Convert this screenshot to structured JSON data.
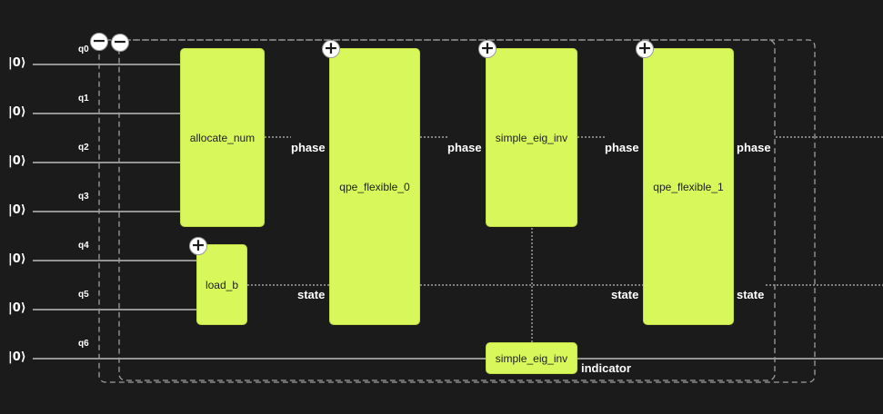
{
  "qubits": [
    {
      "label": "q0",
      "init": "|0⟩"
    },
    {
      "label": "q1",
      "init": "|0⟩"
    },
    {
      "label": "q2",
      "init": "|0⟩"
    },
    {
      "label": "q3",
      "init": "|0⟩"
    },
    {
      "label": "q4",
      "init": "|0⟩"
    },
    {
      "label": "q5",
      "init": "|0⟩"
    },
    {
      "label": "q6",
      "init": "|0⟩"
    }
  ],
  "blocks": {
    "allocate_num": "allocate_num",
    "load_b": "load_b",
    "qpe_flexible_0": "qpe_flexible_0",
    "simple_eig_inv_top": "simple_eig_inv",
    "simple_eig_inv_bottom": "simple_eig_inv",
    "qpe_flexible_1": "qpe_flexible_1"
  },
  "ports": {
    "phase": "phase",
    "state": "state",
    "indicator": "indicator"
  },
  "controls": {
    "collapse_symbol": "−",
    "expand_symbol": "+"
  },
  "colors": {
    "background": "#1b1b1b",
    "block_fill": "#d8f75a",
    "wire": "#bdbdbd",
    "dashed": "#9e9e9e"
  }
}
